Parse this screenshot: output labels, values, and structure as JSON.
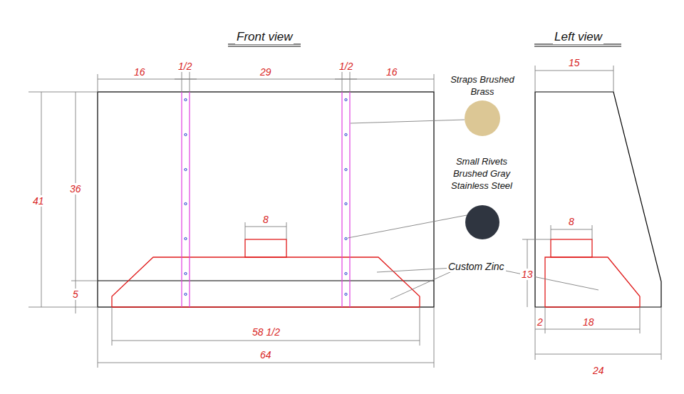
{
  "diagram": {
    "labels": [
      "Front view",
      "Left view",
      "16",
      "1/2",
      "29",
      "1/2",
      "16",
      "41",
      "36",
      "5",
      "8",
      "58 1/2",
      "64",
      "Custom Zinc",
      "15",
      "8",
      "13",
      "2",
      "18",
      "24"
    ],
    "legend": [
      {
        "text": "Straps Brushed Brass",
        "color": "#dcc795"
      },
      {
        "text": "Small Rivets Brushed Gray Stainless Steel",
        "color": "#2f3540"
      }
    ]
  }
}
